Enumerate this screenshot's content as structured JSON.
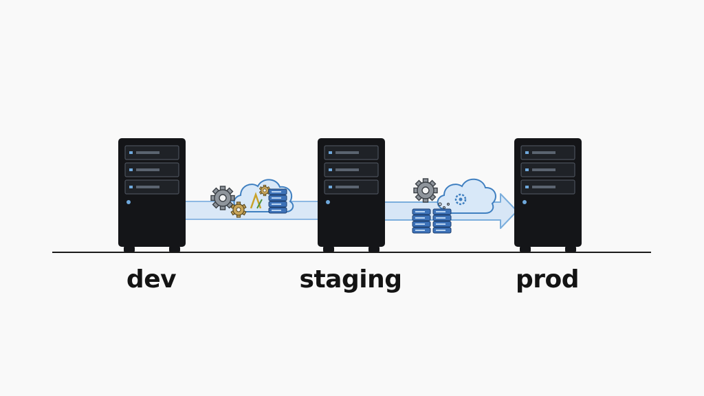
{
  "stages": [
    {
      "id": "dev",
      "label": "dev"
    },
    {
      "id": "staging",
      "label": "staging"
    },
    {
      "id": "prod",
      "label": "prod"
    }
  ],
  "colors": {
    "background": "#f9f9f9",
    "server_body": "#141518",
    "server_slot": "#2b2f36",
    "server_led": "#6fa8dc",
    "arrow_fill": "#cfe2f6",
    "arrow_stroke": "#5b9bd5",
    "cloud_fill": "#d8e8f8",
    "cloud_stroke": "#3f7fc0",
    "gear_fill": "#8f959c",
    "gear_stroke": "#3a3f45",
    "db_fill": "#3d72b8",
    "baseline": "#1a1a1a",
    "label_text": "#141414"
  },
  "icons": {
    "dev_to_staging": [
      "gear-icon",
      "cloud-icon",
      "database-icon",
      "chart-icon"
    ],
    "staging_to_prod": [
      "gear-icon",
      "cloud-icon",
      "database-icon"
    ]
  }
}
